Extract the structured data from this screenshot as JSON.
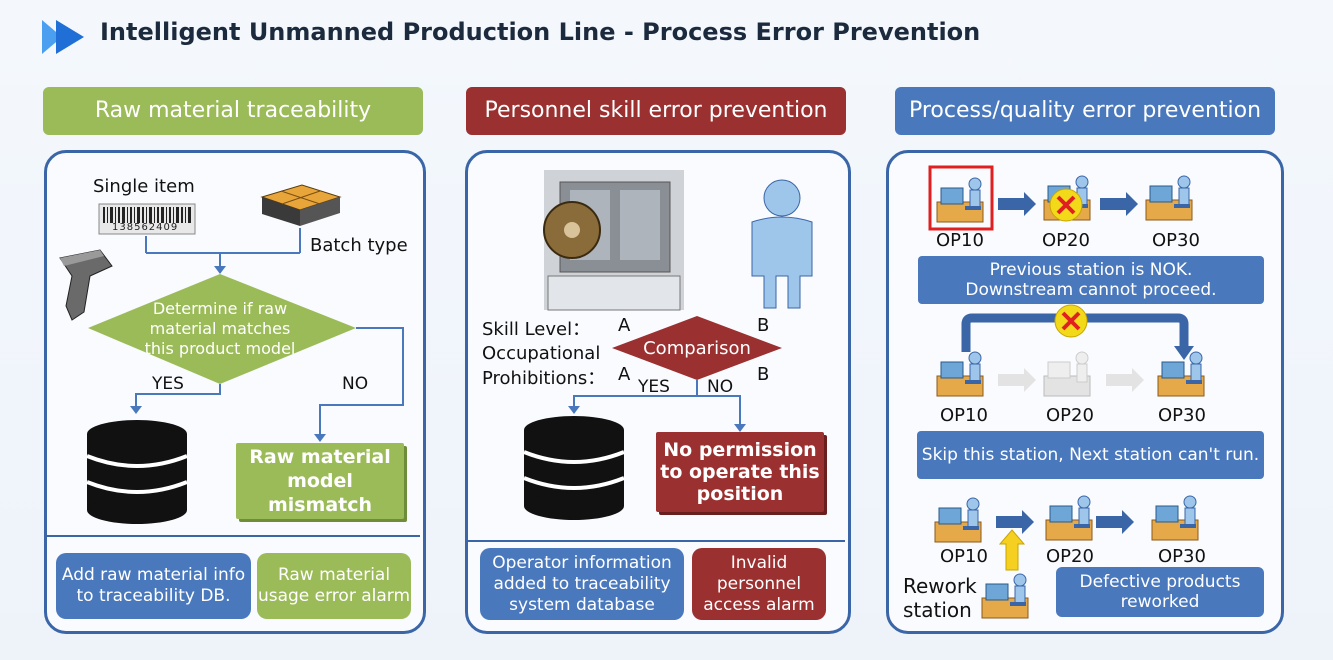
{
  "title": "Intelligent Unmanned Production Line - Process Error Prevention",
  "colors": {
    "green": "#9bbb59",
    "red": "#9b3030",
    "blue": "#4a78bd",
    "border": "#3a66a8",
    "arrow": "#4a78bd"
  },
  "panel1": {
    "header": "Raw material traceability",
    "single_item": "Single item",
    "barcode": "138562409",
    "batch_type": "Batch type",
    "decision": "Determine if raw material matches this product model",
    "yes": "YES",
    "no": "NO",
    "mismatch": "Raw material model mismatch",
    "footer_left": "Add raw material info to traceability DB.",
    "footer_right": "Raw material usage error alarm"
  },
  "panel2": {
    "header": "Personnel skill error prevention",
    "skill_level": "Skill Level：",
    "a1": "A",
    "b1": "B",
    "occ_1": "Occupational",
    "occ_2": "Prohibitions：",
    "a2": "A",
    "b2": "B",
    "comparison": "Comparison",
    "yes": "YES",
    "no": "NO",
    "no_permission": "No permission to operate this position",
    "footer_left": "Operator information added to traceability system database",
    "footer_right": "Invalid personnel access alarm"
  },
  "panel3": {
    "header": "Process/quality error prevention",
    "row1": [
      "OP10",
      "OP20",
      "OP30"
    ],
    "msg1_line1": "Previous station is NOK.",
    "msg1_line2": "Downstream cannot proceed.",
    "row2": [
      "OP10",
      "OP20",
      "OP30"
    ],
    "msg2": "Skip this station, Next station can't run.",
    "row3": [
      "OP10",
      "OP20",
      "OP30"
    ],
    "rework_1": "Rework",
    "rework_2": "station",
    "msg3": "Defective products reworked"
  }
}
